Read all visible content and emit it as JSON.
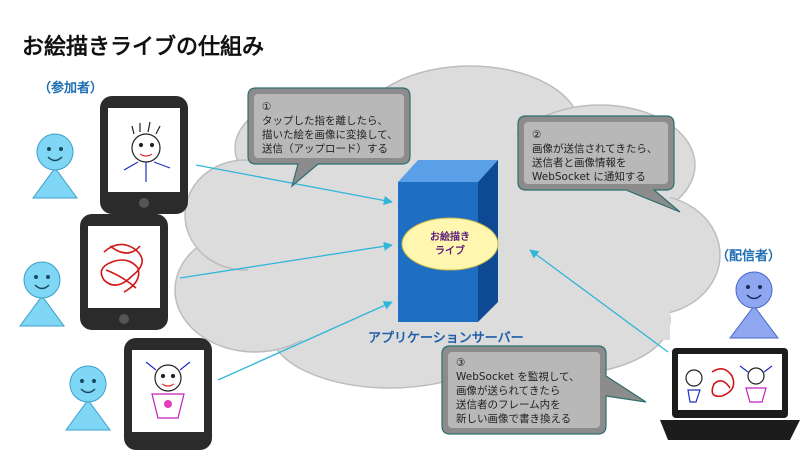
{
  "title": "お絵描きライブの仕組み",
  "labels": {
    "participants": "（参加者）",
    "broadcaster": "（配信者）",
    "server": "アプリケーションサーバー",
    "app_name_line1": "お絵描き",
    "app_name_line2": "ライブ"
  },
  "callouts": [
    {
      "step": "①",
      "lines": [
        "タップした指を離したら、",
        "描いた絵を画像に変換して、",
        "送信（アップロード）する"
      ]
    },
    {
      "step": "②",
      "lines": [
        "画像が送信されてきたら、",
        "送信者と画像情報を",
        "WebSocket に通知する"
      ]
    },
    {
      "step": "③",
      "lines": [
        "WebSocket を監視して、",
        "画像が送られてきたら",
        "送信者のフレーム内を",
        "新しい画像で書き換える"
      ]
    }
  ],
  "colors": {
    "cloud": "#dcdcdc",
    "server_front": "#1e6fc4",
    "server_side": "#0d4a93",
    "server_top": "#5aa0e8",
    "oval": "#fff7b0",
    "callout_fill": "#8c8c8c",
    "callout_inner": "#b8b8b8",
    "callout_border": "#2f6f6f",
    "person": "#7fd6f5",
    "broadcaster_person": "#8fa6f0",
    "arrow": "#2fb6d9",
    "title_text": "#111111",
    "role_text": "#1f6fb4"
  },
  "icons": [
    "smartphone-icon",
    "laptop-icon",
    "person-icon",
    "server-icon"
  ]
}
